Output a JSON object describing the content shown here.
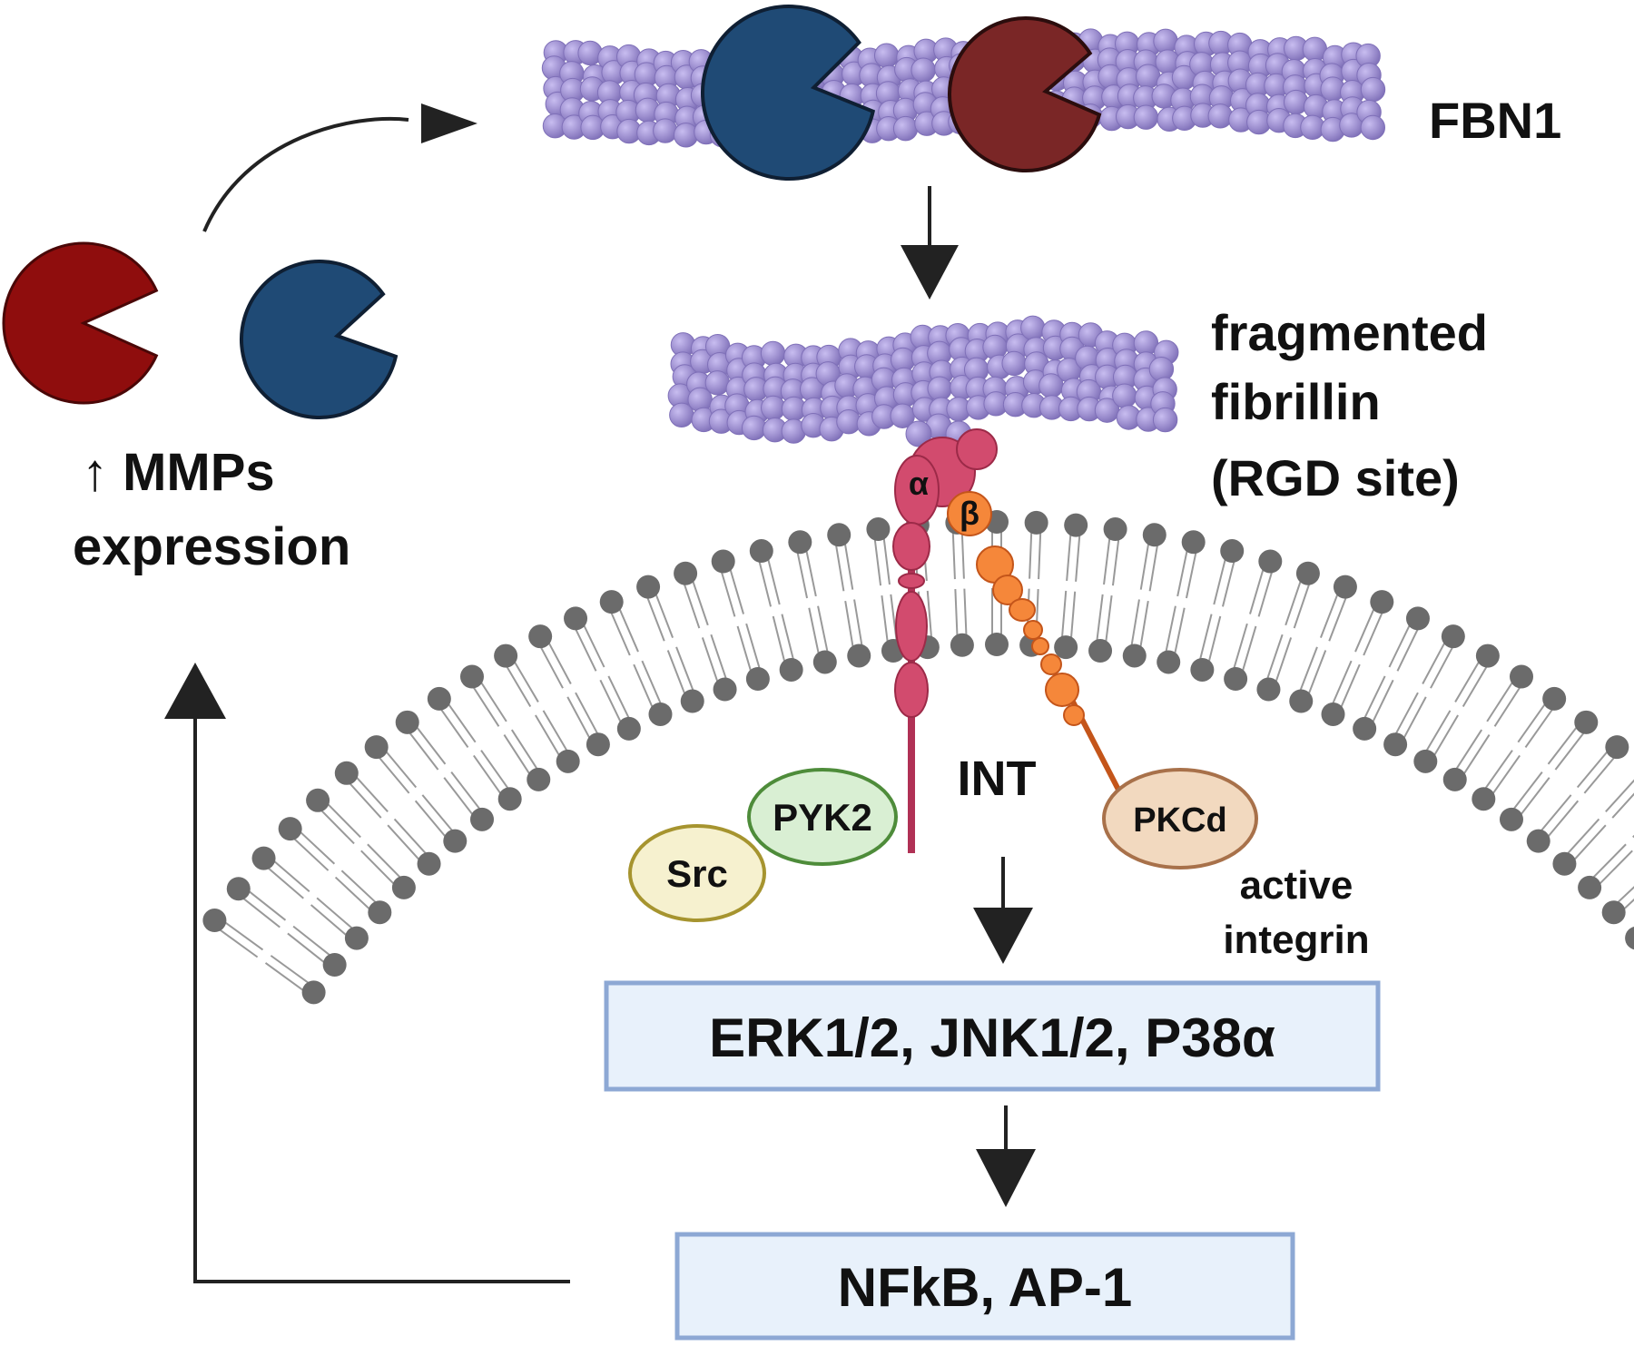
{
  "labels": {
    "fbn1": "FBN1",
    "fragmented_line1": "fragmented",
    "fragmented_line2": "fibrillin",
    "fragmented_line3": "(RGD site)",
    "mmps_line1": "↑ MMPs",
    "mmps_line2": "expression",
    "alpha": "α",
    "beta": "β",
    "int": "INT",
    "pyk2": "PYK2",
    "src": "Src",
    "pkcd": "PKCd",
    "active_line1": "active",
    "active_line2": "integrin"
  },
  "boxes": {
    "mapk": "ERK1/2, JNK1/2, P38α",
    "tf": "NFkB, AP-1"
  },
  "colors": {
    "mmp_red": "#8f0d0d",
    "mmp_red_dark": "#7a2626",
    "mmp_blue": "#1f4a75",
    "fibrillin": "#9d8fcf",
    "alpha_integrin": "#d24b6e",
    "beta_integrin": "#f5873a",
    "membrane": "#6b6b6b",
    "box_fill": "#e8f1fb",
    "box_stroke": "#8da8d4",
    "pyk2_fill": "#d9efd3",
    "src_fill": "#f6f1cf",
    "pkcd_fill": "#f2d9bf"
  }
}
